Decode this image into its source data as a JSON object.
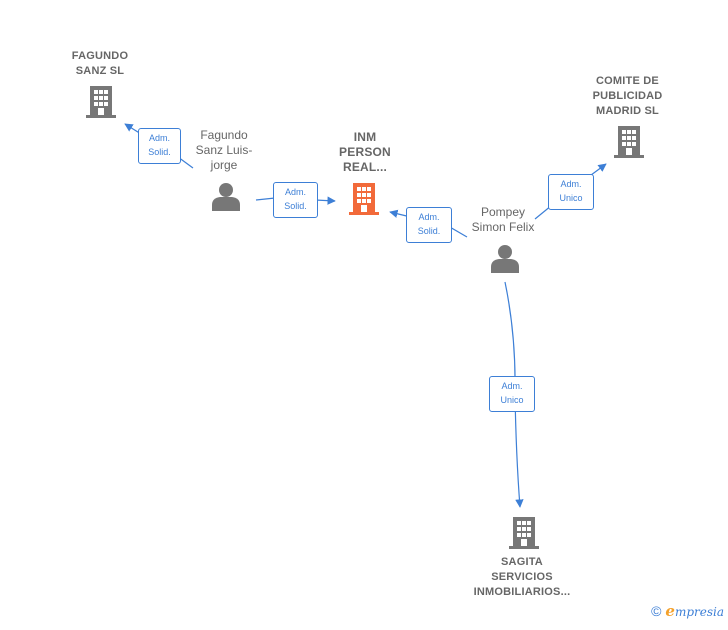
{
  "colors": {
    "edge": "#3d7fd6",
    "company": "#777777",
    "main_company": "#f26a3a",
    "person": "#777777",
    "label": "#666666"
  },
  "nodes": {
    "fagundo_sanz_sl": {
      "label": "FAGUNDO\nSANZ SL",
      "icon": "building-icon"
    },
    "inm_person_real": {
      "label": "INM\nPERSON\nREAL...",
      "icon": "building-icon"
    },
    "comite_publicidad": {
      "label": "COMITE DE\nPUBLICIDAD\nMADRID SL",
      "icon": "building-icon"
    },
    "sagita_servicios": {
      "label": "SAGITA\nSERVICIOS\nINMOBILIARIOS...",
      "icon": "building-icon"
    },
    "fagundo_sanz_luis": {
      "label": "Fagundo\nSanz Luis-\njorge",
      "icon": "person-icon"
    },
    "pompey_simon": {
      "label": "Pompey\nSimon Felix",
      "icon": "person-icon"
    }
  },
  "edges": [
    {
      "label": "Adm.\nSolid.",
      "from": "Fagundo Sanz Luis-jorge",
      "to": "FAGUNDO SANZ SL"
    },
    {
      "label": "Adm.\nSolid.",
      "from": "Fagundo Sanz Luis-jorge",
      "to": "INM PERSON REAL..."
    },
    {
      "label": "Adm.\nSolid.",
      "from": "Pompey Simon Felix",
      "to": "INM PERSON REAL..."
    },
    {
      "label": "Adm.\nUnico",
      "from": "Pompey Simon Felix",
      "to": "COMITE DE PUBLICIDAD MADRID SL"
    },
    {
      "label": "Adm.\nUnico",
      "from": "Pompey Simon Felix",
      "to": "SAGITA SERVICIOS INMOBILIARIOS..."
    }
  ],
  "footer": {
    "copyright": "©",
    "brand_initial": "e",
    "brand_rest": "mpresia"
  }
}
